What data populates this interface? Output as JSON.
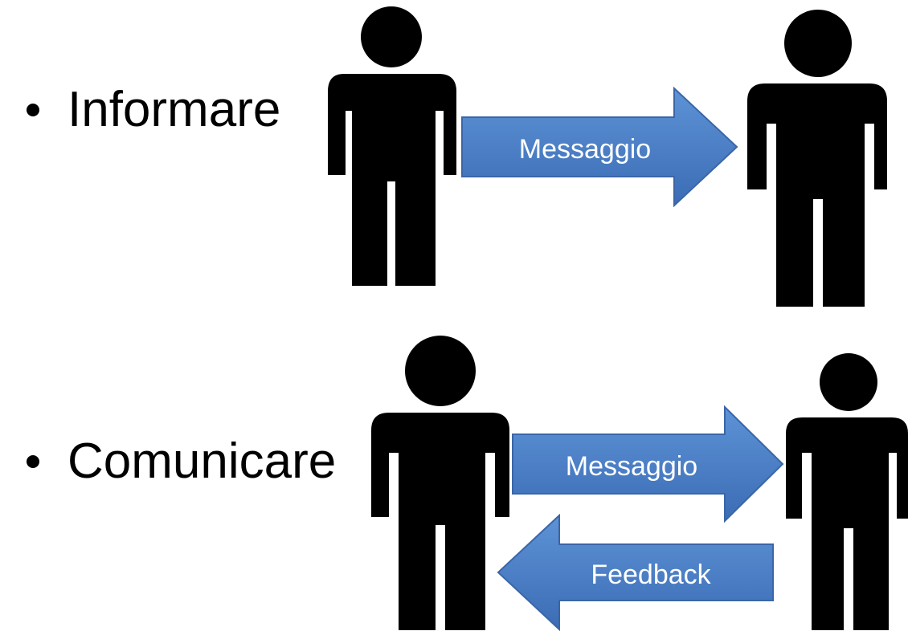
{
  "items": [
    {
      "bullet": "•",
      "label": "Informare",
      "arrows": [
        {
          "text": "Messaggio",
          "direction": "right"
        }
      ]
    },
    {
      "bullet": "•",
      "label": "Comunicare",
      "arrows": [
        {
          "text": "Messaggio",
          "direction": "right"
        },
        {
          "text": "Feedback",
          "direction": "left"
        }
      ]
    }
  ],
  "icons": {
    "person": "person-icon",
    "arrow": "block-arrow"
  },
  "colors": {
    "figure": "#000000",
    "arrow_fill_top": "#5b8fd1",
    "arrow_fill_bottom": "#3a6db8",
    "arrow_stroke": "#3a66a8",
    "arrow_text": "#ffffff",
    "text": "#000000"
  }
}
